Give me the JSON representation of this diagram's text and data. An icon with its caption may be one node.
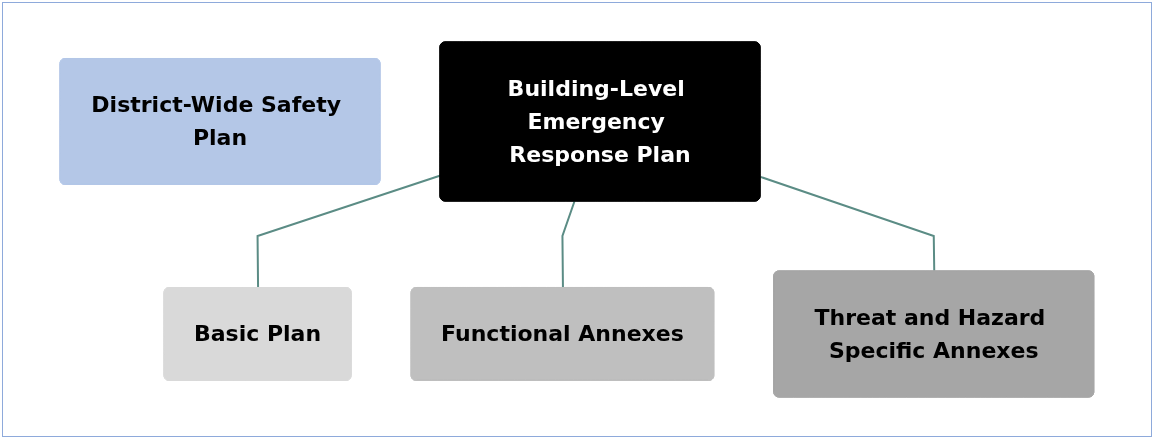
{
  "diagram": {
    "nodes": [
      {
        "text": [
          "District-Wide Safety Plan"
        ]
      },
      {
        "text": [
          "Building-Level Emergency Response Plan"
        ]
      },
      {
        "text": [
          "Basic Plan"
        ]
      },
      {
        "text": [
          "Functional Annexes"
        ]
      },
      {
        "text": [
          "Threat and Hazard Specific Annexes"
        ]
      }
    ],
    "edges": [
      {
        "from": 1,
        "to": 2,
        "arrow": "none"
      },
      {
        "from": 1,
        "to": 3,
        "arrow": "none"
      },
      {
        "from": 1,
        "to": 4,
        "arrow": "none"
      }
    ]
  }
}
